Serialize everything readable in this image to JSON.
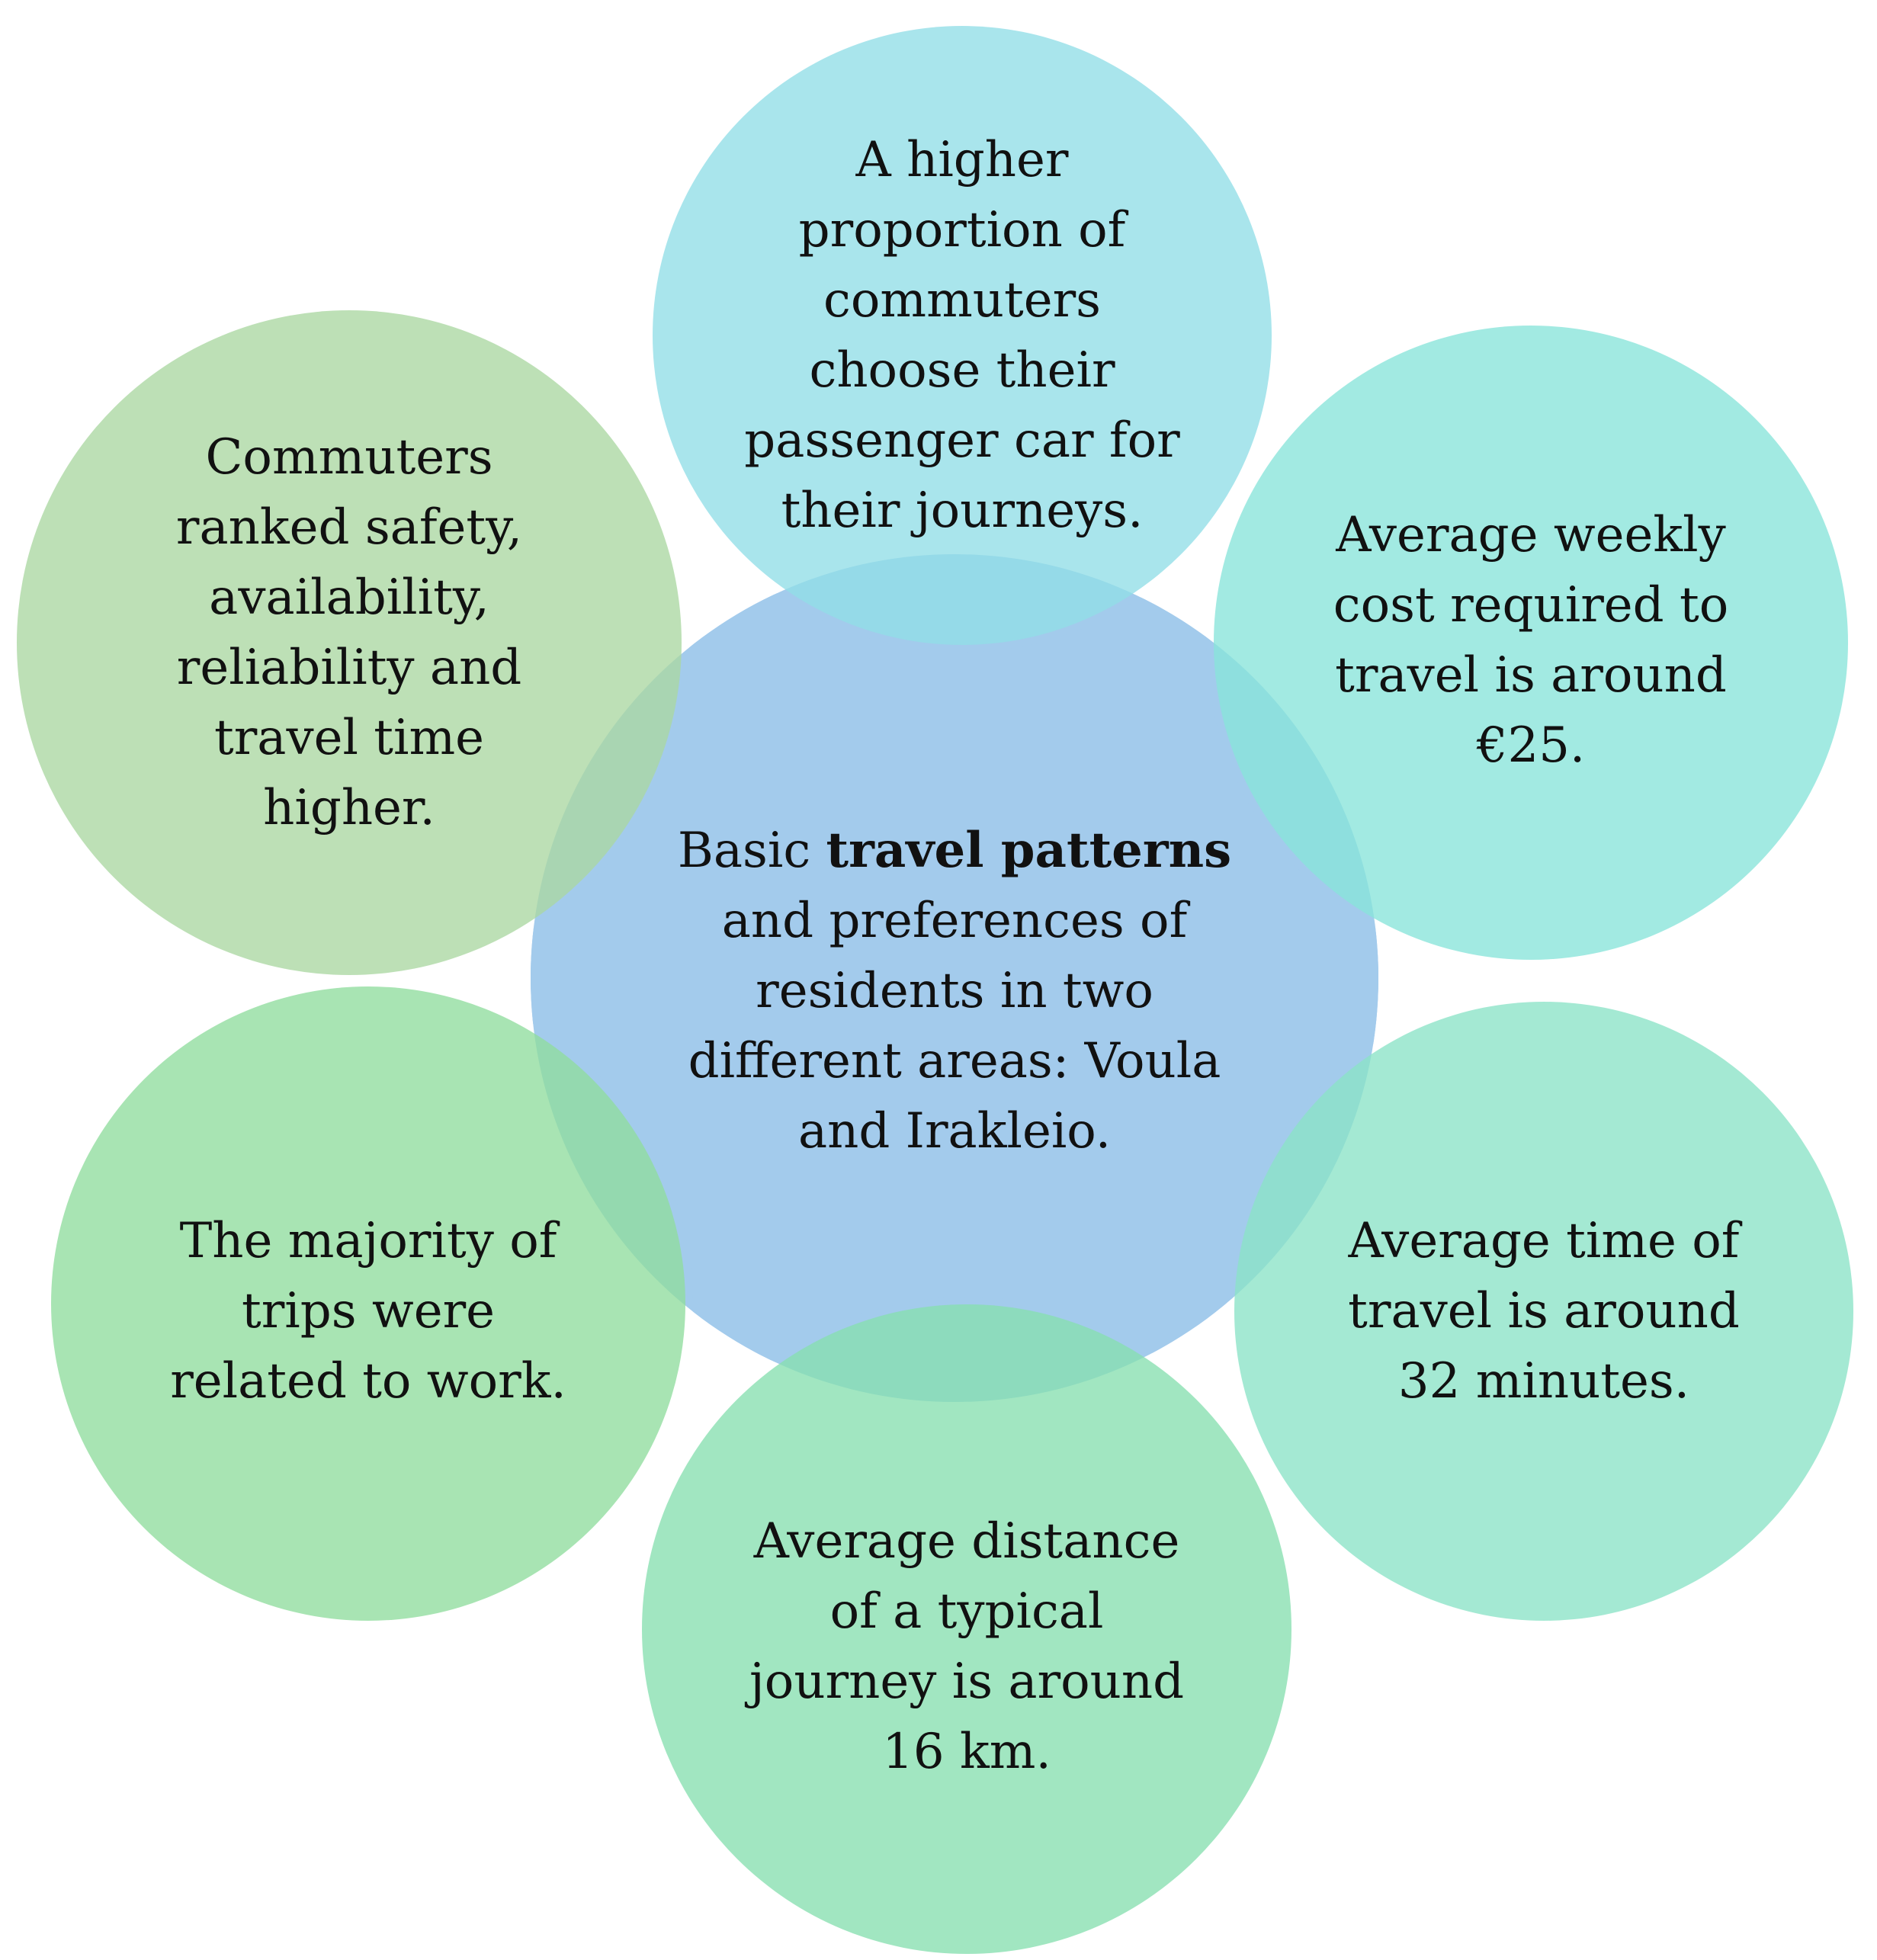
{
  "colors": {
    "center": "#A3CBEC",
    "top": "#91DEE7",
    "upper_right": "#88E4DA",
    "lower_right": "#8AE3C7",
    "bottom": "#86DFAF",
    "lower_left": "#8FDC9D",
    "upper_left": "#ABD7A2",
    "separator": "#ffffff",
    "text": "#111111"
  },
  "center": {
    "prefix": "Basic",
    "emphasis": "travel patterns",
    "lines": [
      "and preferences of",
      "residents in two",
      "different areas: Voula",
      "and Irakleio."
    ]
  },
  "satellites": {
    "top": {
      "lines": [
        "A higher",
        "proportion of",
        "commuters",
        "choose their",
        "passenger car for",
        "their journeys."
      ]
    },
    "upper_right": {
      "lines": [
        "Average weekly",
        "cost required to",
        "travel is around",
        "€25."
      ]
    },
    "lower_right": {
      "lines": [
        "Average time of",
        "travel is around",
        "32 minutes."
      ]
    },
    "bottom": {
      "lines": [
        "Average distance",
        "of a typical",
        "journey is around",
        "16 km."
      ]
    },
    "lower_left": {
      "lines": [
        "The majority of",
        "trips were",
        "related to work."
      ]
    },
    "upper_left": {
      "lines": [
        "Commuters",
        "ranked safety,",
        "availability,",
        "reliability and",
        "travel time",
        "higher."
      ]
    }
  }
}
